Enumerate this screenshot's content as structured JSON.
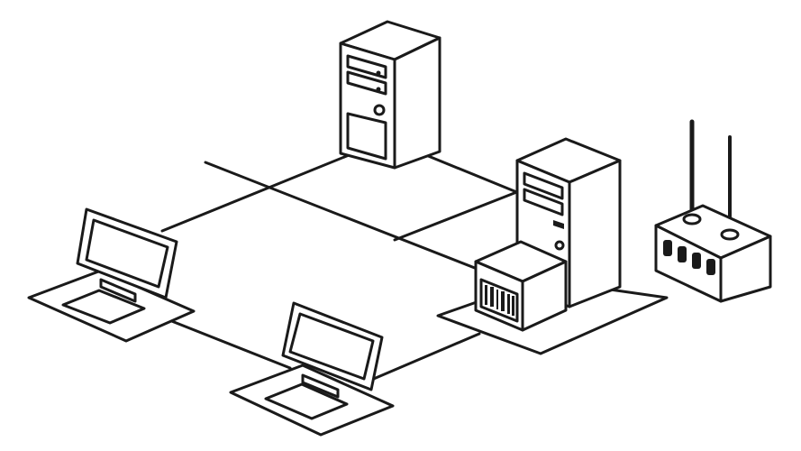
{
  "colors": {
    "stroke": "#1a1a1a",
    "background": "#ffffff"
  },
  "nodes": [
    {
      "kind": "server-tower",
      "icon": "server-icon"
    },
    {
      "kind": "server-tower",
      "icon": "server-icon"
    },
    {
      "kind": "storage-box",
      "icon": "storage-icon"
    },
    {
      "kind": "workstation",
      "icon": "monitor-icon"
    },
    {
      "kind": "workstation",
      "icon": "monitor-icon"
    },
    {
      "kind": "wireless-router",
      "icon": "router-icon"
    }
  ]
}
